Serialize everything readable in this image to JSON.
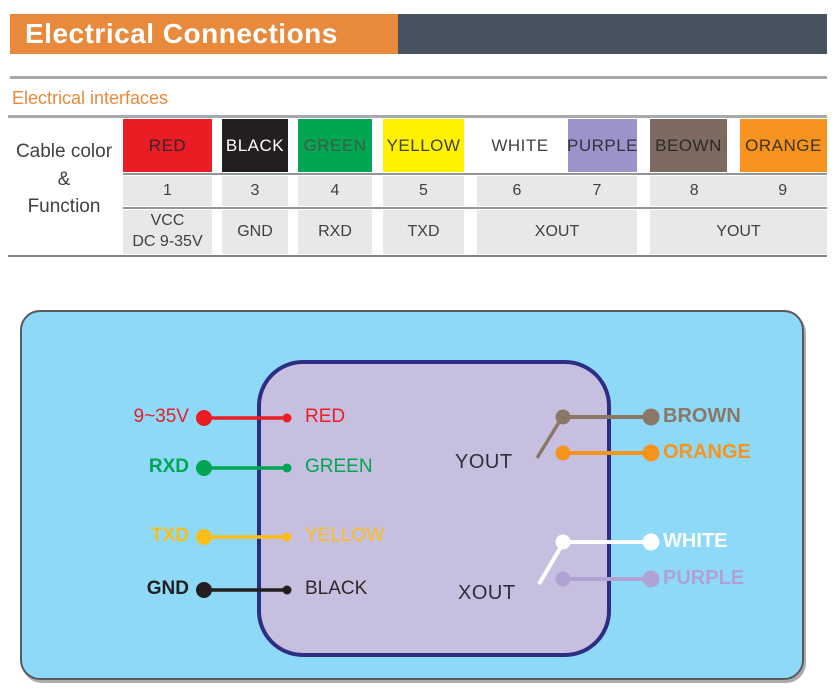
{
  "header": {
    "title": "Electrical Connections"
  },
  "section": {
    "title": "Electrical interfaces"
  },
  "palette": {
    "banner_orange": "#E8893C",
    "banner_slate": "#47525F",
    "rule_gray": "#A7A9AC",
    "row_gray": "#E7E8E9",
    "diagram_background": "#8DD9F7",
    "device_fill": "#C7BFE0",
    "device_border": "#2D2E83"
  },
  "table": {
    "row_header": [
      "Cable color",
      "&",
      "Function"
    ],
    "columns": [
      {
        "color": "RED",
        "bg": "#EC1C24",
        "pin": "1"
      },
      {
        "color": "BLACK",
        "bg": "#231F20",
        "pin": "3"
      },
      {
        "color": "GREEN",
        "bg": "#00A651",
        "pin": "4"
      },
      {
        "color": "YELLOW",
        "bg": "#FFF200",
        "pin": "5"
      },
      {
        "color": "WHITE",
        "bg": "#FFFFFF",
        "pin": "6"
      },
      {
        "color": "PURPLE",
        "bg": "#9B93C9",
        "pin": "7"
      },
      {
        "color": "BEOWN",
        "bg": "#7D6B62",
        "pin": "8"
      },
      {
        "color": "ORANGE",
        "bg": "#F6921E",
        "pin": "9"
      }
    ],
    "functions": {
      "vcc_line1": "VCC",
      "vcc_line2": "DC 9-35V",
      "gnd": "GND",
      "rxd": "RXD",
      "txd": "TXD",
      "xout": "XOUT",
      "yout": "YOUT"
    }
  },
  "diagram": {
    "left_wires": [
      {
        "signal": "9~35V",
        "wire": "RED",
        "color": "#EC1C24"
      },
      {
        "signal": "RXD",
        "wire": "GREEN",
        "color": "#00A651"
      },
      {
        "signal": "TXD",
        "wire": "YELLOW",
        "color": "#FBBE18"
      },
      {
        "signal": "GND",
        "wire": "BLACK",
        "color": "#231F20"
      }
    ],
    "ports": [
      {
        "name": "YOUT",
        "wires": [
          {
            "label": "BROWN",
            "color": "#8A7866"
          },
          {
            "label": "ORANGE",
            "color": "#F7941D"
          }
        ]
      },
      {
        "name": "XOUT",
        "wires": [
          {
            "label": "WHITE",
            "color": "#FFFFFF"
          },
          {
            "label": "PURPLE",
            "color": "#AFA3D4"
          }
        ]
      }
    ]
  }
}
